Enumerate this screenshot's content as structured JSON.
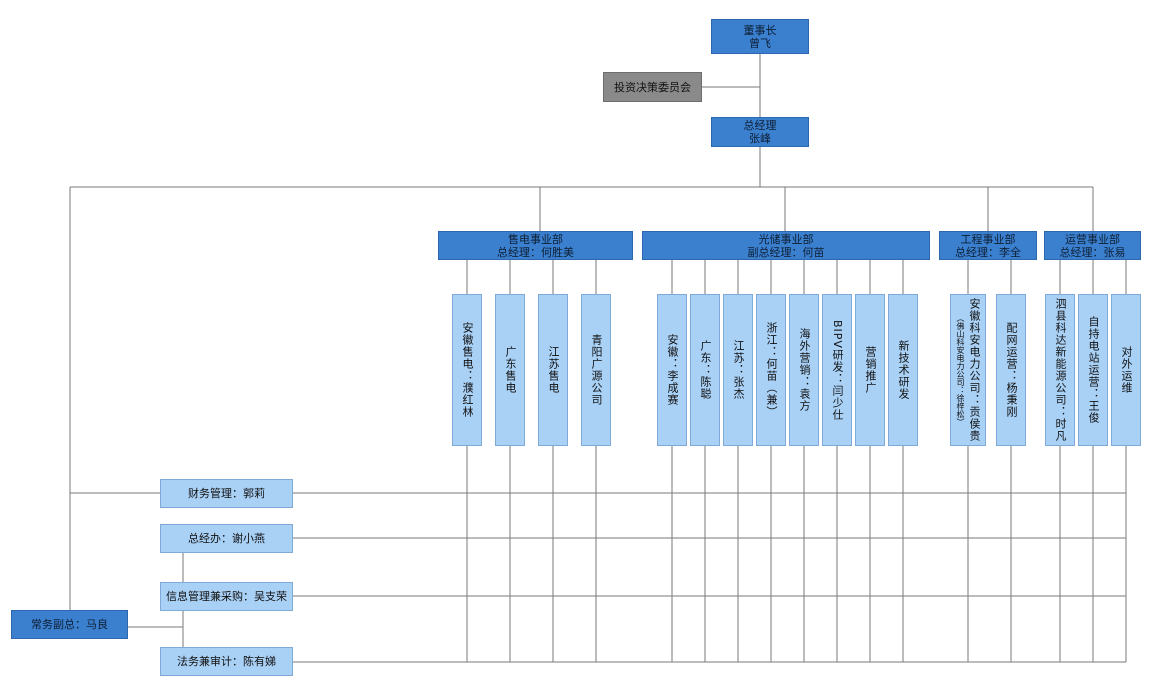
{
  "chairman": {
    "title": "董事长",
    "name": "曾飞"
  },
  "committee": {
    "label": "投资决策委员会"
  },
  "gm": {
    "title": "总经理",
    "name": "张峰"
  },
  "divisions": [
    {
      "title": "售电事业部",
      "manager": "总经理：何胜美",
      "units": [
        {
          "label": "安徽售电：濮红林"
        },
        {
          "label": "广东售电"
        },
        {
          "label": "江苏售电"
        },
        {
          "label": "青阳广源公司"
        }
      ]
    },
    {
      "title": "光储事业部",
      "manager": "副总经理：何苗",
      "units": [
        {
          "label": "安徽：李成赛"
        },
        {
          "label": "广东：陈聪"
        },
        {
          "label": "江苏：张杰"
        },
        {
          "label": "浙江：何苗（兼）"
        },
        {
          "label": "海外营销：袁方"
        },
        {
          "label": "BIPV研发：闫少仕"
        },
        {
          "label": "营销推广"
        },
        {
          "label": "新技术研发"
        }
      ]
    },
    {
      "title": "工程事业部",
      "manager": "总经理：李全",
      "units": [
        {
          "label": "安徽科安电力公司：贡侯贵",
          "note": "（佛山科安电力公司：徐梓松）"
        },
        {
          "label": "配网运营：杨秉刚"
        }
      ]
    },
    {
      "title": "运营事业部",
      "manager": "总经理：张易",
      "units": [
        {
          "label": "泗县科达新能源公司：时凡"
        },
        {
          "label": "自持电站运营：王俊"
        },
        {
          "label": "对外运维"
        }
      ]
    }
  ],
  "functions": [
    {
      "label": "财务管理：郭莉"
    },
    {
      "label": "总经办：谢小燕"
    },
    {
      "label": "信息管理兼采购：吴支荣"
    },
    {
      "label": "法务兼审计：陈有娣"
    }
  ],
  "vice_gm": {
    "label": "常务副总：马良"
  },
  "colors": {
    "dark_box": "#3b7fcf",
    "gray_box": "#8a8a8a",
    "light_box": "#a9d0f5",
    "line": "#7a7a7a"
  }
}
